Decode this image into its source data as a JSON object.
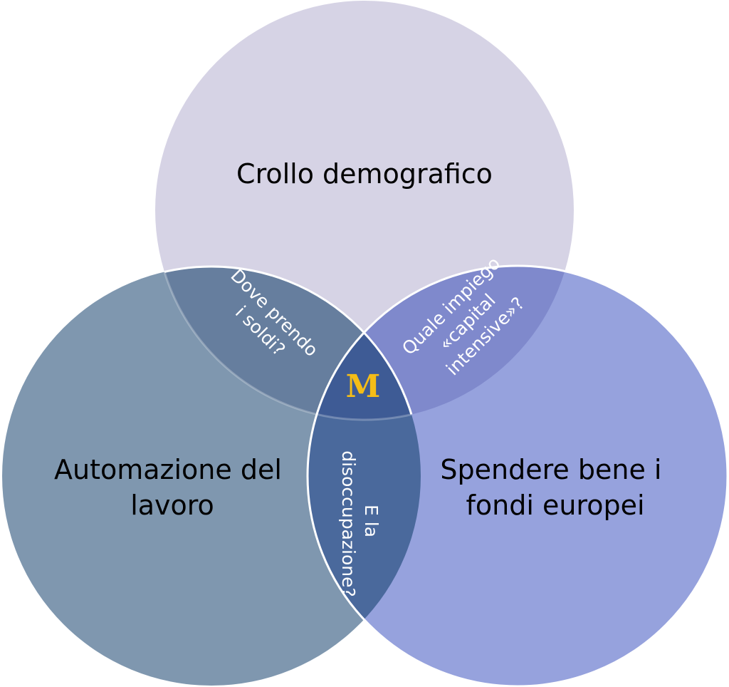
{
  "diagram": {
    "type": "venn",
    "circles": [
      {
        "label": "Crollo demografico",
        "color": "#d6d3e5"
      },
      {
        "label_lines": [
          "Automazione del",
          "lavoro"
        ],
        "color": "#7f97af"
      },
      {
        "label_lines": [
          "Spendere bene i",
          "fondi europei"
        ],
        "color": "#96a2dd"
      }
    ],
    "intersections": {
      "top_left": {
        "lines": [
          "Dove prendo",
          "i soldi?"
        ],
        "color": "#667e9e"
      },
      "top_right": {
        "lines": [
          "Quale impiego",
          "«capital",
          "intensive»?"
        ],
        "color": "#7f89cc"
      },
      "left_right": {
        "lines": [
          "E la",
          "disoccupazione?"
        ],
        "color": "#4a699c"
      },
      "center": {
        "logo": "M",
        "color": "#3e5b95",
        "logo_color": "#f5bd17"
      }
    }
  }
}
